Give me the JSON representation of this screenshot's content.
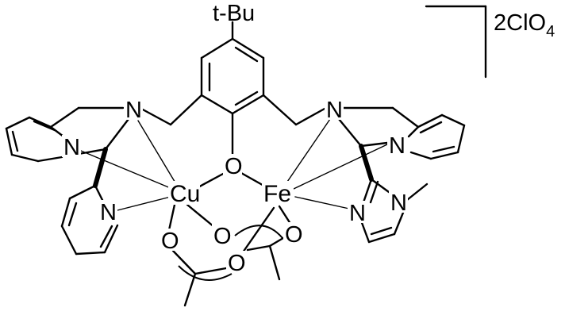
{
  "molecule": {
    "substituent": "t-Bu",
    "counterion": {
      "prefix": "2ClO",
      "subscript": "4"
    },
    "metals": {
      "copper": "Cu",
      "iron": "Fe"
    },
    "atoms": {
      "phenol_oxygen": "O",
      "amine_left": "N",
      "amine_right": "N",
      "pyridine_upper_left": "N",
      "pyridine_lower_left": "N",
      "pyridine_right": "N",
      "imidazole_coordinating": "N",
      "imidazole_methyl": "N",
      "acetate_left_o1": "O",
      "acetate_left_o2": "O",
      "acetate_right_o1": "O",
      "acetate_right_o2": "O"
    }
  }
}
